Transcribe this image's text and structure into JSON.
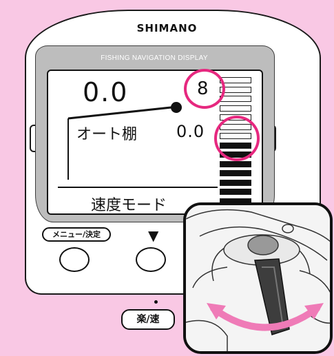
{
  "device": {
    "brand": "SHIMANO",
    "panel_label": "FISHING NAVIGATION DISPLAY"
  },
  "lcd": {
    "depth_value": "0.0",
    "speed_level": "8",
    "auto_shelf_label": "オート棚",
    "auto_shelf_value": "0.0",
    "mode_label": "速度モード",
    "speed_bar": {
      "filled_segments": 7,
      "empty_segments": 7
    }
  },
  "buttons": {
    "menu_label": "メニュー/決定",
    "down_label": "▼",
    "mode_label": "楽/速"
  },
  "colors": {
    "background": "#f9c8e4",
    "highlight": "#e6287f",
    "bezel": "#bdbdbd"
  }
}
